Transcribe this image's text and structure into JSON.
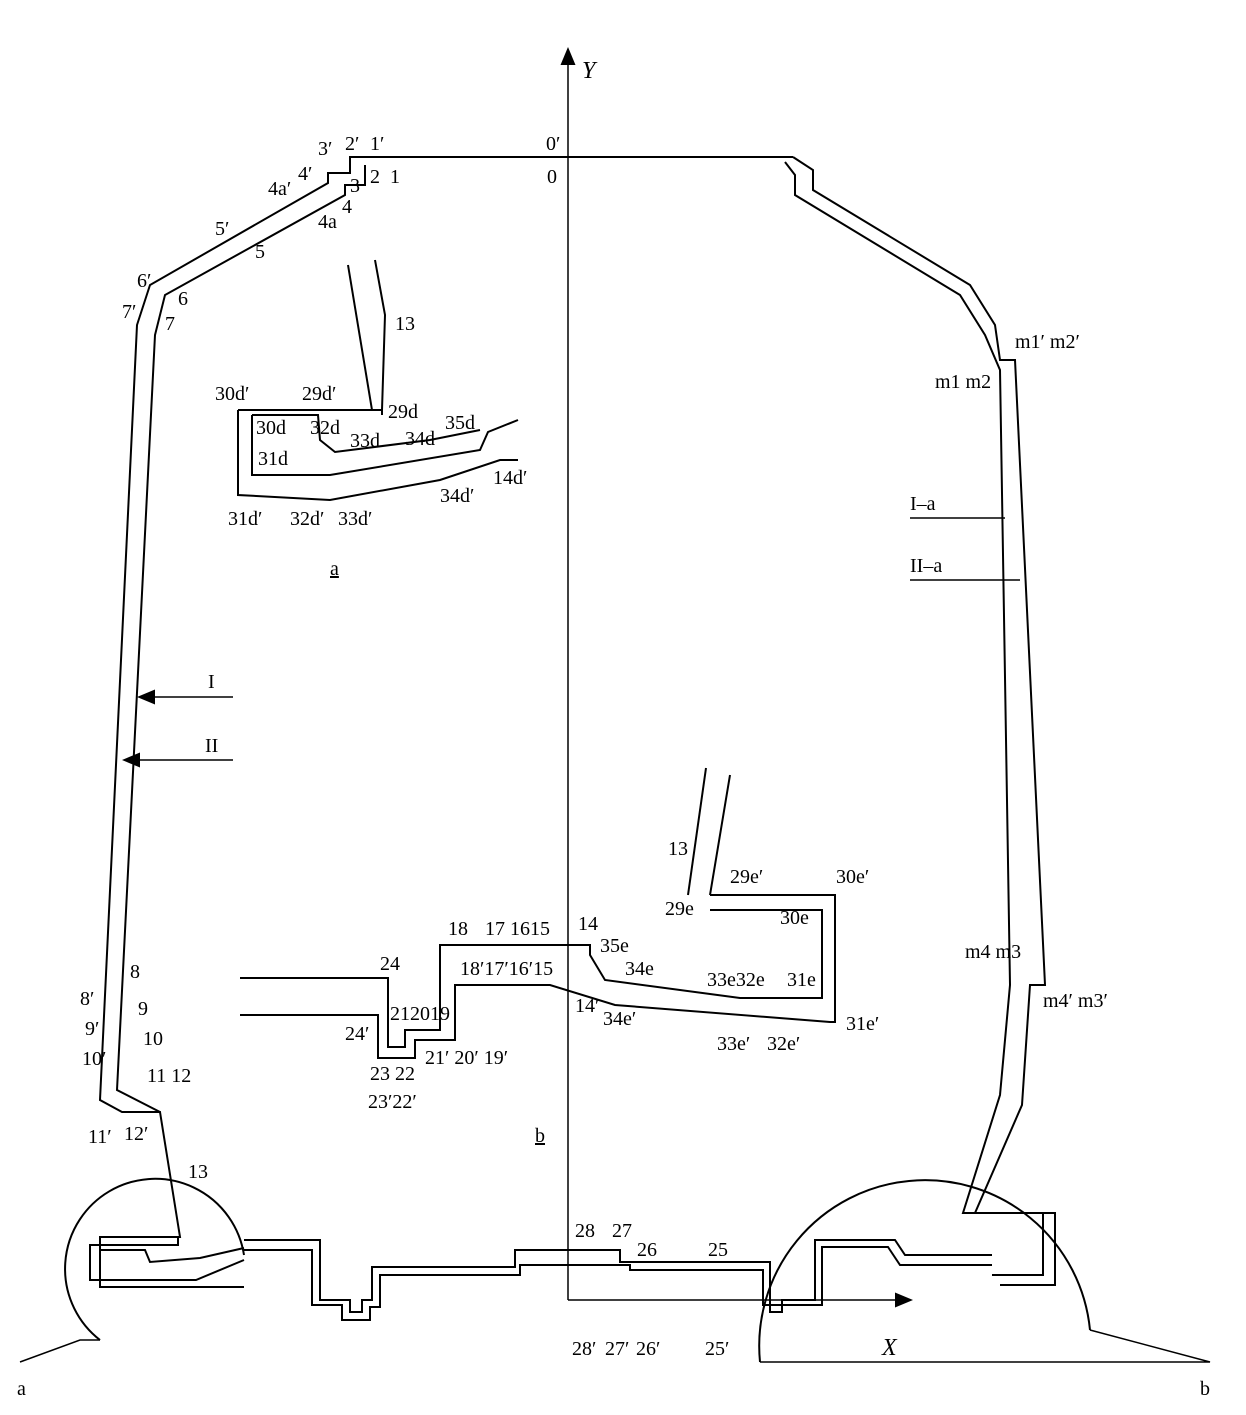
{
  "axes": {
    "x_label": "X",
    "y_label": "Y"
  },
  "points": {
    "origin": "0",
    "origin_prime": "0′",
    "p1": "1",
    "p2": "2",
    "p3": "3",
    "p4": "4",
    "p4a": "4a",
    "p5": "5",
    "p6": "6",
    "p7": "7",
    "p1p": "1′",
    "p2p": "2′",
    "p3p": "3′",
    "p4p": "4′",
    "p4ap": "4a′",
    "p5p": "5′",
    "p6p": "6′",
    "p7p": "7′",
    "p8": "8",
    "p9": "9",
    "p10": "10",
    "p11_12": "11 12",
    "p13": "13",
    "p8p": "8′",
    "p9p": "9′",
    "p10p": "10′",
    "p11p": "11′",
    "p12p": "12′",
    "m1m2": "m1 m2",
    "m1m2p": "m1′ m2′",
    "m4m3": "m4 m3",
    "m4m3p": "m4′ m3′",
    "p25": "25",
    "p26": "26",
    "p27": "27",
    "p28": "28",
    "p25p": "25′",
    "p26p": "26′",
    "p27p": "27′",
    "p28p": "28′"
  },
  "sections": {
    "s1": "I",
    "s2": "II",
    "s1a": "I–a",
    "s2a": "II–a"
  },
  "detail_a": {
    "label": "a",
    "p13": "13",
    "p29d": "29d",
    "p29dp": "29d′",
    "p30dp": "30d′",
    "p30d": "30d",
    "p32d": "32d",
    "p33d": "33d",
    "p34d": "34d",
    "p35d": "35d",
    "p31d": "31d",
    "p14dp": "14d′",
    "p34dp": "34d′",
    "p31dp": "31d′",
    "p32dp": "32d′",
    "p33dp": "33d′"
  },
  "detail_b": {
    "label": "b",
    "p24": "24",
    "p18": "18",
    "p17_16_15": "17 1615",
    "p14": "14",
    "p18p": "18′17′16′15",
    "p35e": "35e",
    "p34e": "34e",
    "p14p": "14′",
    "p34ep": "34e′",
    "p24p": "24′",
    "p21_20_19": "212019",
    "p23_22": "23 22",
    "p23p22p": "23′22′",
    "p21p20p19p": "21′ 20′ 19′",
    "p13": "13",
    "p29e": "29e",
    "p29ep": "29e′",
    "p30ep": "30e′",
    "p30e": "30e",
    "p33e32e": "33e32e",
    "p31e": "31e",
    "p31ep": "31e′",
    "p33ep": "33e′",
    "p32ep": "32e′"
  },
  "corners": {
    "left": "a",
    "right": "b"
  }
}
